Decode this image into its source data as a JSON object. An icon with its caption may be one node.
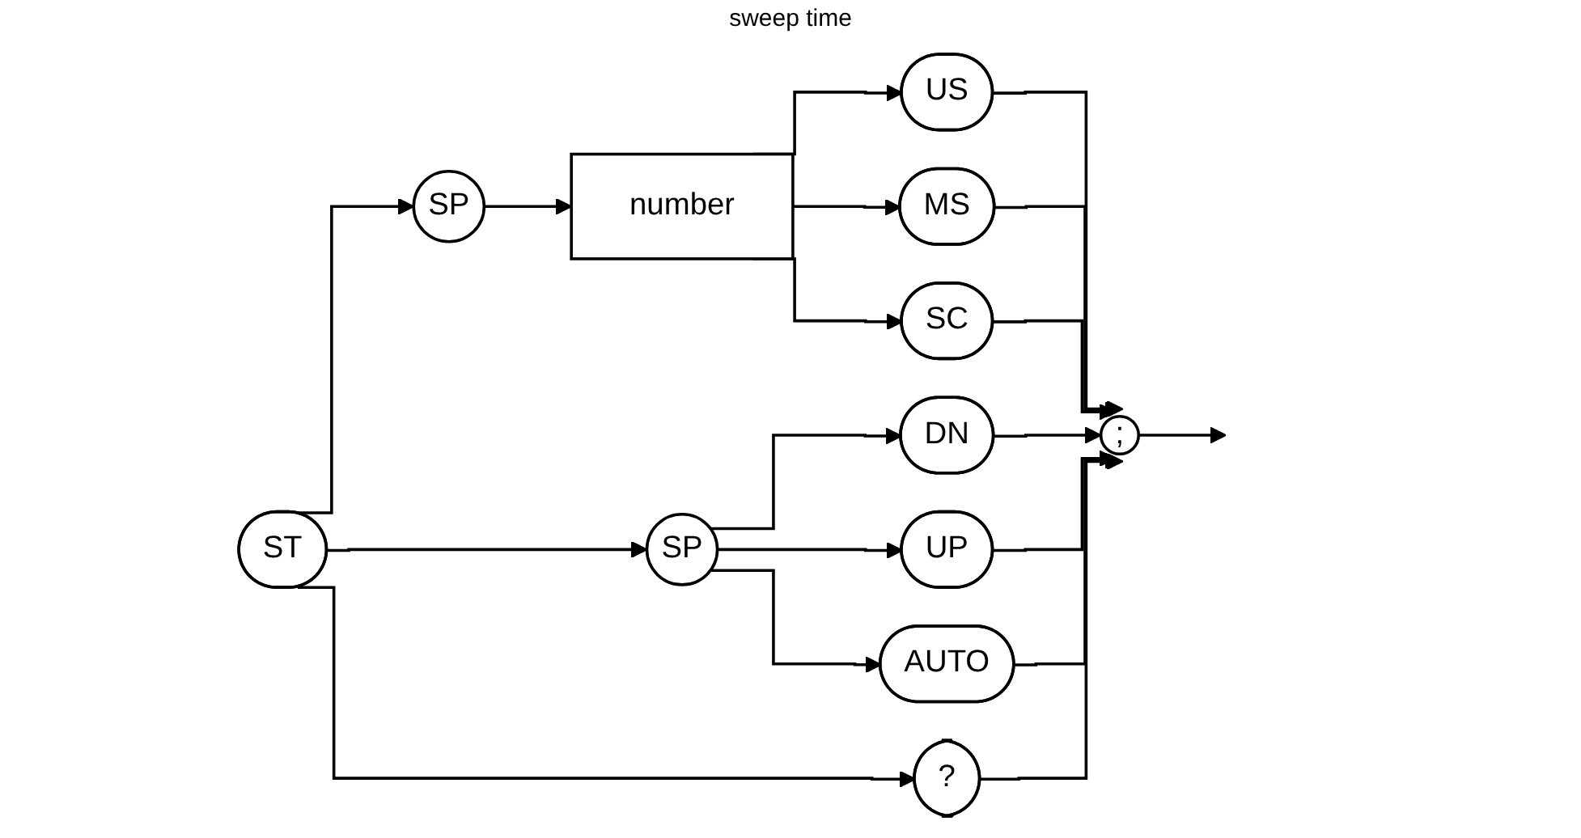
{
  "diagram": {
    "nodes": [
      {
        "text": [
          "ST"
        ]
      },
      {
        "text": [
          "SP"
        ]
      },
      {
        "text": [
          "number"
        ]
      },
      {
        "text": [
          "US"
        ]
      },
      {
        "text": [
          "MS"
        ]
      },
      {
        "text": [
          "SC"
        ]
      },
      {
        "text": [
          ";"
        ]
      },
      {
        "text": [
          "SP"
        ]
      },
      {
        "text": [
          "DN"
        ]
      },
      {
        "text": [
          "UP"
        ]
      },
      {
        "text": [
          "AUTO"
        ]
      },
      {
        "text": [
          "?"
        ]
      }
    ],
    "edges": [
      {
        "from": 0,
        "to": 1,
        "arrow": "to"
      },
      {
        "from": 0,
        "to": 7,
        "arrow": "to"
      },
      {
        "from": 0,
        "to": 11,
        "arrow": "to"
      },
      {
        "from": 1,
        "to": 2,
        "arrow": "to"
      },
      {
        "from": 2,
        "to": 3,
        "arrow": "to"
      },
      {
        "from": 2,
        "to": 4,
        "arrow": "to"
      },
      {
        "from": 2,
        "to": 5,
        "arrow": "to"
      },
      {
        "from": 3,
        "to": 6,
        "arrow": "to"
      },
      {
        "from": 4,
        "to": 6,
        "arrow": "to"
      },
      {
        "from": 5,
        "to": 6,
        "arrow": "to"
      },
      {
        "from": 7,
        "to": 8,
        "arrow": "to"
      },
      {
        "from": 7,
        "to": 9,
        "arrow": "to"
      },
      {
        "from": 7,
        "to": 10,
        "arrow": "to"
      },
      {
        "from": 8,
        "to": 6,
        "arrow": "to"
      },
      {
        "from": 9,
        "to": 6,
        "arrow": "to"
      },
      {
        "from": 10,
        "to": 6,
        "arrow": "to"
      },
      {
        "from": 11,
        "to": 6,
        "arrow": "to"
      },
      {
        "from": 6,
        "to": null,
        "arrow": "to"
      }
    ],
    "labels": [
      "sweep time"
    ]
  }
}
